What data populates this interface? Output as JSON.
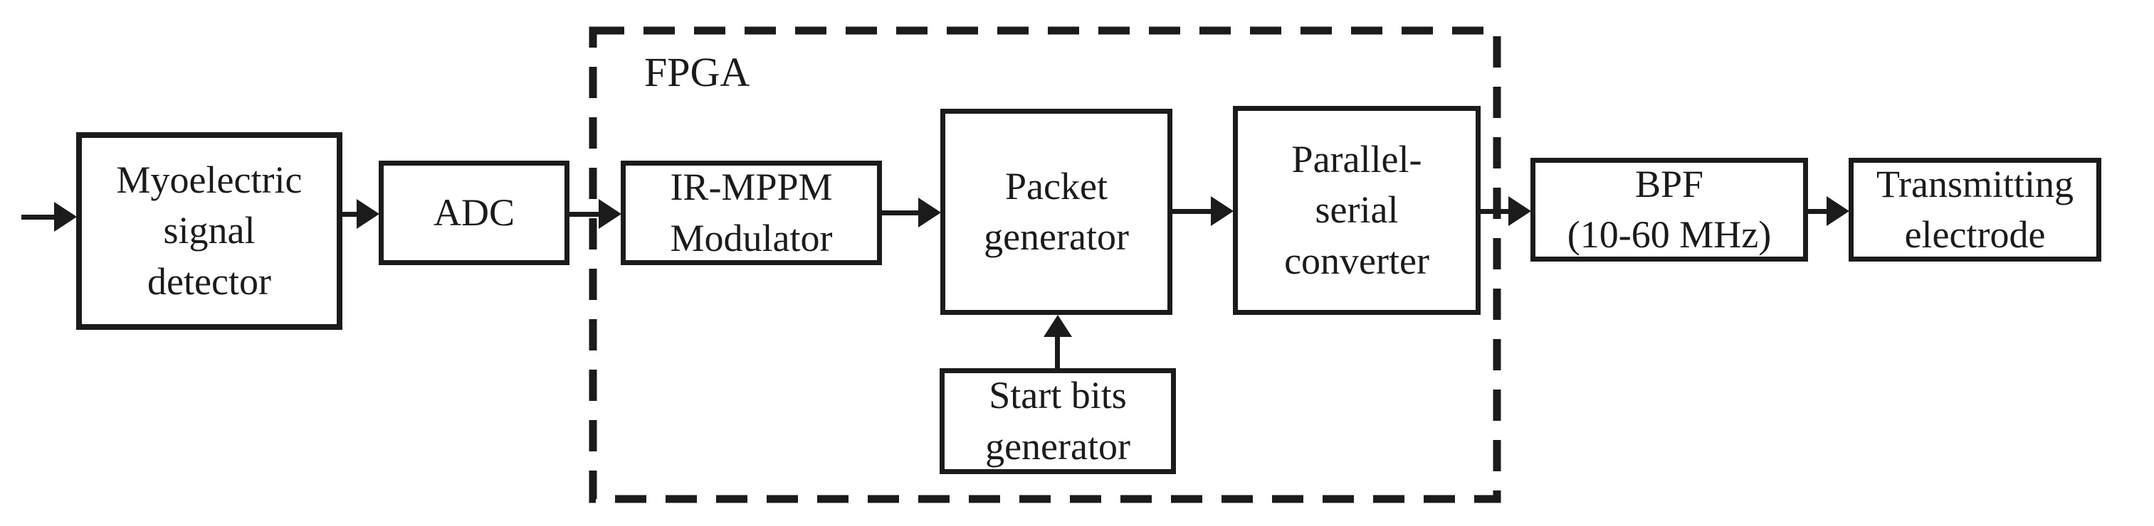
{
  "colors": {
    "ink": "#1b1b1b",
    "background": "#ffffff"
  },
  "fpga": {
    "label": "FPGA"
  },
  "blocks": [
    {
      "id": "myoelectric-signal-detector",
      "label": "Myoelectric\nsignal\ndetector"
    },
    {
      "id": "adc",
      "label": "ADC"
    },
    {
      "id": "ir-mppm-modulator",
      "label": "IR-MPPM\nModulator"
    },
    {
      "id": "packet-generator",
      "label": "Packet\ngenerator"
    },
    {
      "id": "parallel-serial-converter",
      "label": "Parallel-\nserial\nconverter"
    },
    {
      "id": "start-bits-generator",
      "label": "Start bits\ngenerator"
    },
    {
      "id": "bpf",
      "label": "BPF\n(10-60 MHz)"
    },
    {
      "id": "transmitting-electrode",
      "label": "Transmitting\nelectrode"
    }
  ],
  "connections": [
    {
      "from": "input",
      "to": "myoelectric-signal-detector"
    },
    {
      "from": "myoelectric-signal-detector",
      "to": "adc"
    },
    {
      "from": "adc",
      "to": "ir-mppm-modulator"
    },
    {
      "from": "ir-mppm-modulator",
      "to": "packet-generator"
    },
    {
      "from": "packet-generator",
      "to": "parallel-serial-converter"
    },
    {
      "from": "parallel-serial-converter",
      "to": "bpf"
    },
    {
      "from": "bpf",
      "to": "transmitting-electrode"
    },
    {
      "from": "start-bits-generator",
      "to": "packet-generator"
    }
  ]
}
